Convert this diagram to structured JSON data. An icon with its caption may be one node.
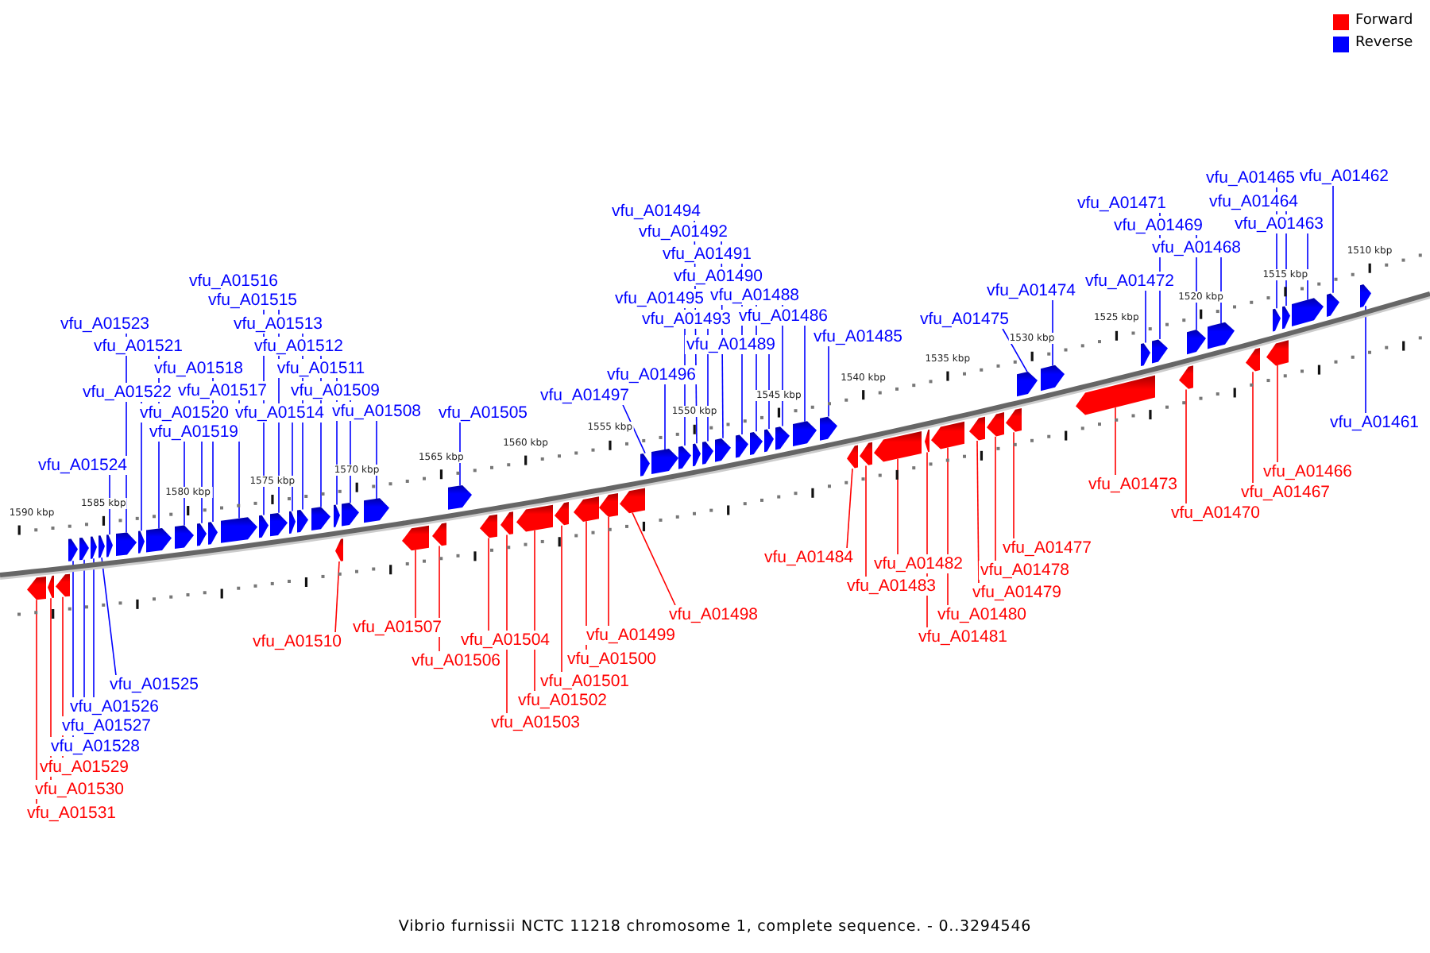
{
  "diagram": {
    "caption": "Vibrio furnissii NCTC 11218 chromosome 1, complete sequence. - 0..3294546",
    "nodes": [
      {
        "text": [
          "vfu_A01531"
        ]
      },
      {
        "text": [
          "vfu_A01530"
        ]
      },
      {
        "text": [
          "vfu_A01529"
        ]
      },
      {
        "text": [
          "vfu_A01528"
        ]
      },
      {
        "text": [
          "vfu_A01527"
        ]
      },
      {
        "text": [
          "vfu_A01526"
        ]
      },
      {
        "text": [
          "vfu_A01525"
        ]
      },
      {
        "text": [
          "vfu_A01524"
        ]
      },
      {
        "text": [
          "vfu_A01523"
        ]
      },
      {
        "text": [
          "vfu_A01522"
        ]
      },
      {
        "text": [
          "vfu_A01521"
        ]
      },
      {
        "text": [
          "vfu_A01520"
        ]
      },
      {
        "text": [
          "vfu_A01519"
        ]
      },
      {
        "text": [
          "vfu_A01518"
        ]
      },
      {
        "text": [
          "vfu_A01517"
        ]
      },
      {
        "text": [
          "vfu_A01516"
        ]
      },
      {
        "text": [
          "vfu_A01515"
        ]
      },
      {
        "text": [
          "vfu_A01514"
        ]
      },
      {
        "text": [
          "vfu_A01513"
        ]
      },
      {
        "text": [
          "vfu_A01512"
        ]
      },
      {
        "text": [
          "vfu_A01511"
        ]
      },
      {
        "text": [
          "vfu_A01510"
        ]
      },
      {
        "text": [
          "vfu_A01509"
        ]
      },
      {
        "text": [
          "vfu_A01508"
        ]
      },
      {
        "text": [
          "vfu_A01507"
        ]
      },
      {
        "text": [
          "vfu_A01506"
        ]
      },
      {
        "text": [
          "vfu_A01505"
        ]
      },
      {
        "text": [
          "vfu_A01504"
        ]
      },
      {
        "text": [
          "vfu_A01503"
        ]
      },
      {
        "text": [
          "vfu_A01502"
        ]
      },
      {
        "text": [
          "vfu_A01501"
        ]
      },
      {
        "text": [
          "vfu_A01500"
        ]
      },
      {
        "text": [
          "vfu_A01499"
        ]
      },
      {
        "text": [
          "vfu_A01498"
        ]
      },
      {
        "text": [
          "vfu_A01497"
        ]
      },
      {
        "text": [
          "vfu_A01496"
        ]
      },
      {
        "text": [
          "vfu_A01495"
        ]
      },
      {
        "text": [
          "vfu_A01494"
        ]
      },
      {
        "text": [
          "vfu_A01493"
        ]
      },
      {
        "text": [
          "vfu_A01492"
        ]
      },
      {
        "text": [
          "vfu_A01491"
        ]
      },
      {
        "text": [
          "vfu_A01490"
        ]
      },
      {
        "text": [
          "vfu_A01489"
        ]
      },
      {
        "text": [
          "vfu_A01488"
        ]
      },
      {
        "text": [
          "vfu_A01486"
        ]
      },
      {
        "text": [
          "vfu_A01485"
        ]
      },
      {
        "text": [
          "vfu_A01484"
        ]
      },
      {
        "text": [
          "vfu_A01483"
        ]
      },
      {
        "text": [
          "vfu_A01482"
        ]
      },
      {
        "text": [
          "vfu_A01481"
        ]
      },
      {
        "text": [
          "vfu_A01480"
        ]
      },
      {
        "text": [
          "vfu_A01479"
        ]
      },
      {
        "text": [
          "vfu_A01478"
        ]
      },
      {
        "text": [
          "vfu_A01477"
        ]
      },
      {
        "text": [
          "vfu_A01475"
        ]
      },
      {
        "text": [
          "vfu_A01474"
        ]
      },
      {
        "text": [
          "vfu_A01473"
        ]
      },
      {
        "text": [
          "vfu_A01472"
        ]
      },
      {
        "text": [
          "vfu_A01471"
        ]
      },
      {
        "text": [
          "vfu_A01470"
        ]
      },
      {
        "text": [
          "vfu_A01469"
        ]
      },
      {
        "text": [
          "vfu_A01468"
        ]
      },
      {
        "text": [
          "vfu_A01467"
        ]
      },
      {
        "text": [
          "vfu_A01466"
        ]
      },
      {
        "text": [
          "vfu_A01465"
        ]
      },
      {
        "text": [
          "vfu_A01464"
        ]
      },
      {
        "text": [
          "vfu_A01463"
        ]
      },
      {
        "text": [
          "vfu_A01462"
        ]
      },
      {
        "text": [
          "vfu_A01461"
        ]
      },
      {
        "text": [],
        "shape": "arrow"
      },
      {
        "text": [],
        "shape": "arrow"
      },
      {
        "text": [],
        "shape": "arrow"
      },
      {
        "text": [],
        "shape": "arrow"
      },
      {
        "text": [],
        "shape": "arrow"
      },
      {
        "text": [],
        "shape": "arrow"
      },
      {
        "text": [],
        "shape": "arrow"
      },
      {
        "text": [],
        "shape": "arrow"
      },
      {
        "text": [],
        "shape": "arrow"
      },
      {
        "text": [],
        "shape": "arrow"
      },
      {
        "text": [],
        "shape": "arrow"
      },
      {
        "text": [],
        "shape": "arrow"
      },
      {
        "text": [],
        "shape": "arrow"
      },
      {
        "text": [],
        "shape": "arrow"
      },
      {
        "text": [],
        "shape": "arrow"
      },
      {
        "text": [],
        "shape": "arrow"
      },
      {
        "text": [],
        "shape": "arrow"
      },
      {
        "text": [],
        "shape": "arrow"
      },
      {
        "text": [],
        "shape": "arrow"
      },
      {
        "text": [],
        "shape": "arrow"
      },
      {
        "text": [],
        "shape": "arrow"
      },
      {
        "text": [],
        "shape": "arrow"
      },
      {
        "text": [],
        "shape": "arrow"
      },
      {
        "text": [],
        "shape": "arrow"
      },
      {
        "text": [],
        "shape": "arrow"
      },
      {
        "text": [],
        "shape": "arrow"
      },
      {
        "text": [],
        "shape": "arrow"
      },
      {
        "text": [],
        "shape": "arrow"
      },
      {
        "text": [],
        "shape": "arrow"
      },
      {
        "text": [],
        "shape": "arrow"
      },
      {
        "text": [],
        "shape": "arrow"
      },
      {
        "text": [],
        "shape": "arrow"
      },
      {
        "text": [],
        "shape": "arrow"
      },
      {
        "text": [],
        "shape": "arrow"
      },
      {
        "text": [],
        "shape": "arrow"
      },
      {
        "text": [],
        "shape": "arrow"
      },
      {
        "text": [],
        "shape": "arrow"
      },
      {
        "text": [],
        "shape": "arrow"
      },
      {
        "text": [],
        "shape": "arrow"
      },
      {
        "text": [],
        "shape": "arrow"
      },
      {
        "text": [],
        "shape": "arrow"
      },
      {
        "text": [],
        "shape": "arrow"
      },
      {
        "text": [],
        "shape": "arrow"
      },
      {
        "text": [],
        "shape": "arrow"
      },
      {
        "text": [],
        "shape": "arrow"
      },
      {
        "text": [],
        "shape": "arrow"
      },
      {
        "text": [],
        "shape": "arrow"
      },
      {
        "text": [],
        "shape": "arrow"
      },
      {
        "text": [],
        "shape": "arrow"
      },
      {
        "text": [],
        "shape": "arrow"
      },
      {
        "text": [],
        "shape": "arrow"
      },
      {
        "text": [],
        "shape": "arrow"
      },
      {
        "text": [],
        "shape": "arrow"
      },
      {
        "text": [],
        "shape": "arrow"
      },
      {
        "text": [],
        "shape": "arrow"
      },
      {
        "text": [],
        "shape": "arrow"
      },
      {
        "text": [],
        "shape": "arrow"
      },
      {
        "text": [],
        "shape": "arrow"
      },
      {
        "text": [],
        "shape": "arrow"
      },
      {
        "text": [],
        "shape": "arrow"
      },
      {
        "text": [],
        "shape": "arrow"
      },
      {
        "text": [],
        "shape": "arrow"
      },
      {
        "text": [],
        "shape": "arrow"
      },
      {
        "text": [],
        "shape": "arrow"
      },
      {
        "text": [],
        "shape": "arrow"
      },
      {
        "text": [],
        "shape": "arrow"
      },
      {
        "text": [],
        "shape": "arrow"
      },
      {
        "text": [],
        "shape": "arrow"
      },
      {
        "text": [],
        "shape": "arrow"
      }
    ],
    "edges": [
      {
        "from": 0,
        "to": 69,
        "arrow": "none",
        "color": "#ff0000"
      },
      {
        "from": 1,
        "to": 70,
        "arrow": "none",
        "color": "#ff0000"
      },
      {
        "from": 2,
        "to": 71,
        "arrow": "none",
        "color": "#ff0000"
      },
      {
        "from": 3,
        "to": 72,
        "arrow": "none"
      },
      {
        "from": 4,
        "to": 73,
        "arrow": "none"
      },
      {
        "from": 5,
        "to": 74,
        "arrow": "none"
      },
      {
        "from": 6,
        "to": 75,
        "arrow": "none"
      },
      {
        "from": 7,
        "to": 76,
        "arrow": "none"
      },
      {
        "from": 8,
        "to": 77,
        "arrow": "none"
      },
      {
        "from": 9,
        "to": 78,
        "arrow": "none"
      },
      {
        "from": 10,
        "to": 79,
        "arrow": "none"
      },
      {
        "from": 11,
        "to": 80,
        "arrow": "none"
      },
      {
        "from": 12,
        "to": 81,
        "arrow": "none"
      },
      {
        "from": 13,
        "to": 82,
        "arrow": "none"
      },
      {
        "from": 14,
        "to": 83,
        "arrow": "none"
      },
      {
        "from": 15,
        "to": 84,
        "arrow": "none"
      },
      {
        "from": 16,
        "to": 85,
        "arrow": "none"
      },
      {
        "from": 17,
        "to": 86,
        "arrow": "none"
      },
      {
        "from": 18,
        "to": 87,
        "arrow": "none"
      },
      {
        "from": 19,
        "to": 88,
        "arrow": "none"
      },
      {
        "from": 20,
        "to": 89,
        "arrow": "none"
      },
      {
        "from": 21,
        "to": 90,
        "arrow": "none",
        "color": "#ff0000"
      },
      {
        "from": 22,
        "to": 91,
        "arrow": "none"
      },
      {
        "from": 23,
        "to": 92,
        "arrow": "none"
      },
      {
        "from": 24,
        "to": 93,
        "arrow": "none",
        "color": "#ff0000"
      },
      {
        "from": 25,
        "to": 94,
        "arrow": "none",
        "color": "#ff0000"
      },
      {
        "from": 26,
        "to": 95,
        "arrow": "none"
      },
      {
        "from": 27,
        "to": 96,
        "arrow": "none",
        "color": "#ff0000"
      },
      {
        "from": 28,
        "to": 97,
        "arrow": "none",
        "color": "#ff0000"
      },
      {
        "from": 29,
        "to": 98,
        "arrow": "none",
        "color": "#ff0000"
      },
      {
        "from": 30,
        "to": 99,
        "arrow": "none",
        "color": "#ff0000"
      },
      {
        "from": 31,
        "to": 100,
        "arrow": "none",
        "color": "#ff0000"
      },
      {
        "from": 32,
        "to": 101,
        "arrow": "none",
        "color": "#ff0000"
      },
      {
        "from": 33,
        "to": 102,
        "arrow": "none",
        "color": "#ff0000"
      },
      {
        "from": 34,
        "to": 103,
        "arrow": "none"
      },
      {
        "from": 35,
        "to": 104,
        "arrow": "none"
      },
      {
        "from": 36,
        "to": 105,
        "arrow": "none"
      },
      {
        "from": 37,
        "to": 106,
        "arrow": "none"
      },
      {
        "from": 38,
        "to": 107,
        "arrow": "none"
      },
      {
        "from": 39,
        "to": 108,
        "arrow": "none"
      },
      {
        "from": 40,
        "to": 109,
        "arrow": "none"
      },
      {
        "from": 41,
        "to": 110,
        "arrow": "none"
      },
      {
        "from": 42,
        "to": 111,
        "arrow": "none"
      },
      {
        "from": 43,
        "to": 112,
        "arrow": "none"
      },
      {
        "from": 44,
        "to": 113,
        "arrow": "none"
      },
      {
        "from": 45,
        "to": 114,
        "arrow": "none"
      },
      {
        "from": 46,
        "to": 115,
        "arrow": "none",
        "color": "#ff0000"
      },
      {
        "from": 47,
        "to": 116,
        "arrow": "none",
        "color": "#ff0000"
      },
      {
        "from": 48,
        "to": 117,
        "arrow": "none",
        "color": "#ff0000"
      },
      {
        "from": 49,
        "to": 118,
        "arrow": "none",
        "color": "#ff0000"
      },
      {
        "from": 50,
        "to": 119,
        "arrow": "none",
        "color": "#ff0000"
      },
      {
        "from": 51,
        "to": 120,
        "arrow": "none",
        "color": "#ff0000"
      },
      {
        "from": 52,
        "to": 121,
        "arrow": "none",
        "color": "#ff0000"
      },
      {
        "from": 53,
        "to": 122,
        "arrow": "none",
        "color": "#ff0000"
      },
      {
        "from": 54,
        "to": 123,
        "arrow": "none"
      },
      {
        "from": 55,
        "to": 124,
        "arrow": "none"
      },
      {
        "from": 56,
        "to": 125,
        "arrow": "none",
        "color": "#ff0000"
      },
      {
        "from": 57,
        "to": 126,
        "arrow": "none"
      },
      {
        "from": 58,
        "to": 127,
        "arrow": "none"
      },
      {
        "from": 59,
        "to": 128,
        "arrow": "none",
        "color": "#ff0000"
      },
      {
        "from": 60,
        "to": 129,
        "arrow": "none"
      },
      {
        "from": 61,
        "to": 130,
        "arrow": "none"
      },
      {
        "from": 62,
        "to": 131,
        "arrow": "none",
        "color": "#ff0000"
      },
      {
        "from": 63,
        "to": 132,
        "arrow": "none",
        "color": "#ff0000"
      },
      {
        "from": 64,
        "to": 133,
        "arrow": "none"
      },
      {
        "from": 65,
        "to": 134,
        "arrow": "none"
      },
      {
        "from": 66,
        "to": 135,
        "arrow": "none"
      },
      {
        "from": 67,
        "to": 136,
        "arrow": "none"
      },
      {
        "from": 68,
        "to": 137,
        "arrow": "none"
      }
    ],
    "labels": [
      "1590 kbp",
      "1585 kbp",
      "1580 kbp",
      "1575 kbp",
      "1570 kbp",
      "1565 kbp",
      "1560 kbp",
      "1555 kbp",
      "1550 kbp",
      "1545 kbp",
      "1540 kbp",
      "1535 kbp",
      "1530 kbp",
      "1525 kbp",
      "1520 kbp",
      "1515 kbp",
      "1510 kbp"
    ],
    "legend": [
      {
        "text": "Forward",
        "color": "#ff0000"
      },
      {
        "text": "Reverse",
        "color": "#0000ff"
      }
    ]
  }
}
